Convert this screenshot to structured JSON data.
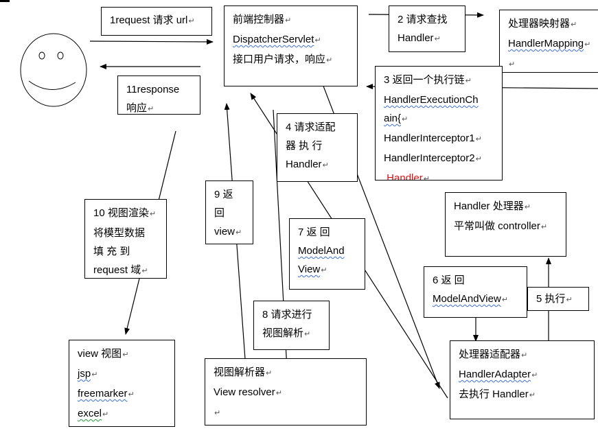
{
  "user": {
    "label": ""
  },
  "box_request": {
    "lines": [
      "1request 请求  url"
    ]
  },
  "box_dispatcher": {
    "lines": [
      "前端控制器",
      "DispatcherServlet",
      "接口用户请求，响应"
    ]
  },
  "box_find_handler": {
    "lines": [
      "2 请求查找",
      "Handler"
    ]
  },
  "box_handler_mapping": {
    "lines": [
      "处理器映射器",
      "HandlerMapping",
      ""
    ]
  },
  "box_response": {
    "lines": [
      "11response",
      "响应"
    ]
  },
  "box_exec_chain": {
    "lines": [
      "3 返回一个执行链",
      "HandlerExecutionCh",
      "ain{",
      "HandlerInterceptor1",
      "HandlerInterceptor2",
      "Handler"
    ]
  },
  "box_adapt": {
    "lines": [
      "4 请求适配",
      "器 执 行",
      "Handler"
    ]
  },
  "box_render": {
    "lines": [
      "10 视图渲染",
      "将模型数据",
      "填 充 到",
      "request 域"
    ]
  },
  "box_return_view": {
    "lines": [
      "9 返",
      "回",
      "view"
    ]
  },
  "box_return_mav": {
    "lines": [
      "7 返 回",
      "ModelAnd",
      "View"
    ]
  },
  "box_handler": {
    "lines": [
      "Handler 处理器",
      "平常叫做 controller"
    ]
  },
  "box_return_mav6": {
    "lines": [
      "6 返 回",
      "ModelAndView"
    ]
  },
  "box_execute": {
    "lines": [
      "5 执行"
    ]
  },
  "box_resolve": {
    "lines": [
      "8 请求进行",
      "视图解析"
    ]
  },
  "box_view": {
    "lines": [
      "view 视图",
      "jsp",
      "freemarker",
      "excel"
    ]
  },
  "box_resolver": {
    "lines": [
      "视图解析器",
      "View resolver",
      ""
    ]
  },
  "box_adapter": {
    "lines": [
      "处理器适配器",
      "HandlerAdapter",
      "去执行 Handler"
    ]
  },
  "colors": {
    "line": "#000000",
    "highlight": "#e01010",
    "squiggle": "#3a6fd8"
  }
}
